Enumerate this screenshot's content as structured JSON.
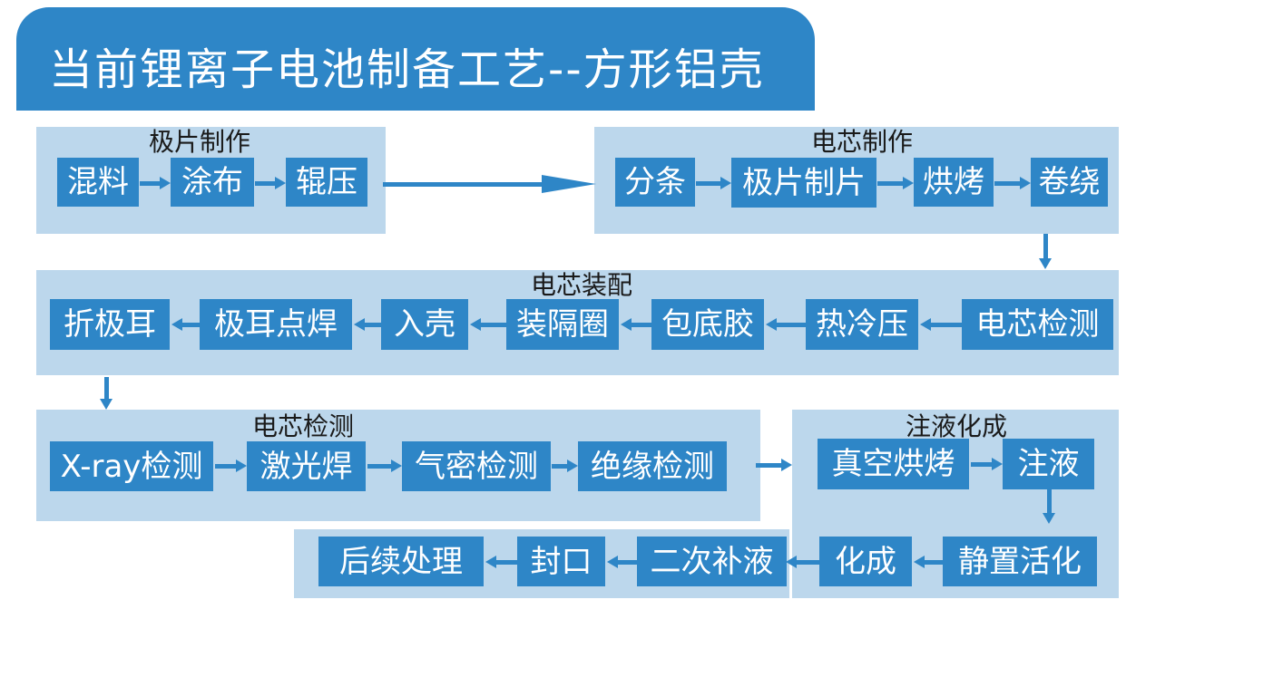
{
  "title": {
    "text": "当前锂离子电池制备工艺--方形铝壳"
  },
  "colors": {
    "accent": "#2E86C7",
    "group_bg": "#BCD7EC",
    "title_text": "#FFFFFF",
    "box_text": "#FFFFFF",
    "group_title_text": "#1A1A1A",
    "page_bg": "#FFFFFF"
  },
  "icons": {
    "flow-arrow-right": "→",
    "flow-arrow-left": "←",
    "flow-arrow-down": "↓",
    "flow-arrow-long-right": "⟶"
  },
  "groups": [
    {
      "title": "极片制作",
      "flow": "left-to-right",
      "steps": [
        "混料",
        "涂布",
        "辊压"
      ]
    },
    {
      "title": "电芯制作",
      "flow": "left-to-right",
      "steps": [
        "分条",
        "极片制片",
        "烘烤",
        "卷绕"
      ]
    },
    {
      "title": "电芯装配",
      "flow": "right-to-left",
      "steps": [
        "折极耳",
        "极耳点焊",
        "入壳",
        "装隔圈",
        "包底胶",
        "热冷压",
        "电芯检测"
      ]
    },
    {
      "title": "电芯检测",
      "flow": "left-to-right",
      "steps": [
        "X-ray检测",
        "激光焊",
        "气密检测",
        "绝缘检测"
      ]
    },
    {
      "title": "注液化成",
      "flow": "left-to-right",
      "steps": [
        "真空烘烤",
        "注液"
      ]
    },
    {
      "title": "",
      "flow": "right-to-left",
      "steps": [
        "后续处理",
        "封口",
        "二次补液",
        "化成",
        "静置活化"
      ]
    }
  ],
  "connections": [
    {
      "from": "辊压",
      "to": "分条",
      "direction": "right"
    },
    {
      "from": "卷绕",
      "to": "电芯检测",
      "direction": "down"
    },
    {
      "from": "折极耳",
      "to": "X-ray检测",
      "direction": "down"
    },
    {
      "from": "绝缘检测",
      "to": "真空烘烤",
      "direction": "right"
    },
    {
      "from": "注液",
      "to": "静置活化",
      "direction": "down"
    },
    {
      "from": "化成",
      "to": "二次补液",
      "direction": "left"
    }
  ]
}
